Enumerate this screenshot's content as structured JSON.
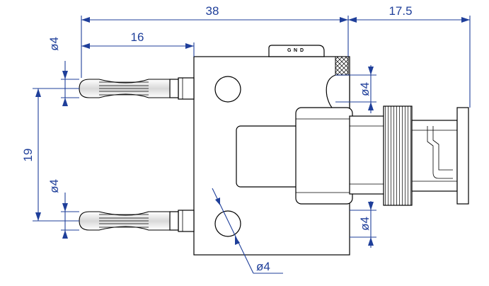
{
  "drawing": {
    "dimensions": {
      "overall_length": "38",
      "bnc_length": "17.5",
      "plug_length": "16",
      "plug_spacing": "19",
      "plug_dia_top": "ø4",
      "plug_dia_bottom": "ø4",
      "hole_dia_upper": "ø4",
      "hole_dia_lower": "ø4",
      "mount_hole_dia": "ø4"
    },
    "gnd_label": [
      "G",
      "N",
      "D"
    ],
    "colors": {
      "dimension_line": "#1f3f9a",
      "outline": "#000000"
    }
  }
}
